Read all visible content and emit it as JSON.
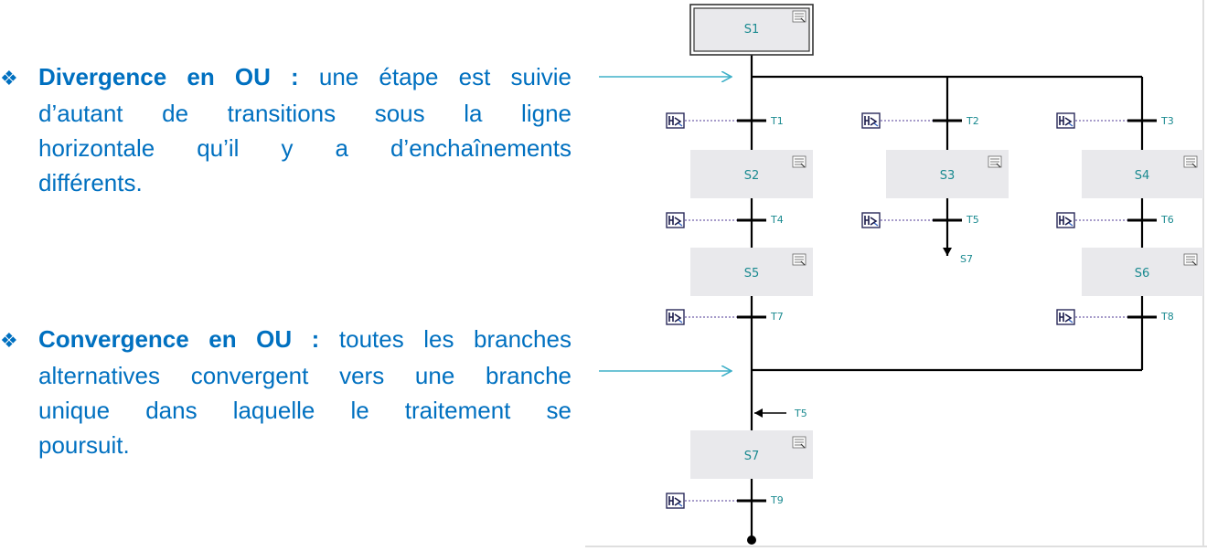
{
  "divergence": {
    "term": "Divergence en OU :",
    "lines": [
      " une étape est suivie",
      "d’autant de transitions sous la ligne",
      "horizontale qu’il y a d’enchaînements",
      "différents."
    ]
  },
  "convergence": {
    "term": "Convergence en OU :",
    "lines": [
      " toutes les branches",
      "alternatives convergent vers une branche",
      "unique dans laquelle le traitement se",
      "poursuit."
    ]
  },
  "bullet_icon": "diamond-bullet-icon",
  "colors": {
    "text": "#0070c0",
    "arrow": "#3fb0c8",
    "label": "#1a9aa0",
    "step_fill": "#e9e9ec",
    "line": "#000000",
    "dotted": "#8a7bb8"
  },
  "grafcet": {
    "steps": [
      "S1",
      "S2",
      "S3",
      "S4",
      "S5",
      "S6",
      "S7"
    ],
    "transitions": [
      "T1",
      "T2",
      "T3",
      "T4",
      "T5",
      "T6",
      "T7",
      "T8",
      "T9"
    ],
    "jump_target": "S7",
    "jump_source": "T5"
  }
}
